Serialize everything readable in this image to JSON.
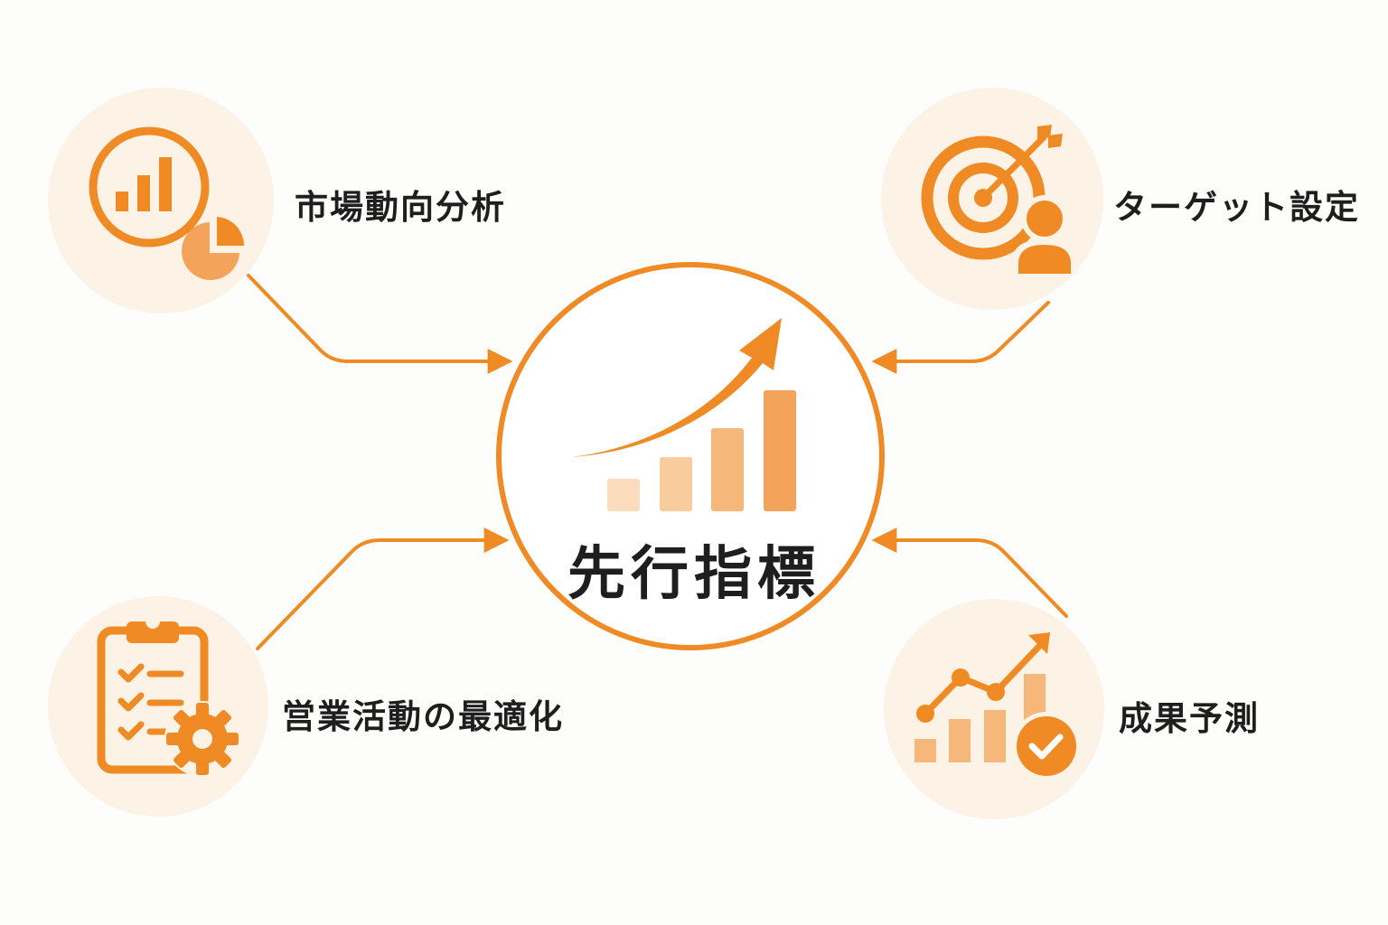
{
  "center": {
    "label": "先行指標",
    "icon": "growth-chart-icon"
  },
  "nodes": [
    {
      "id": "market",
      "label": "市場動向分析",
      "icon": "magnifier-bar-chart-icon"
    },
    {
      "id": "target",
      "label": "ターゲット設定",
      "icon": "target-person-icon"
    },
    {
      "id": "sales",
      "label": "営業活動の最適化",
      "icon": "clipboard-gear-icon"
    },
    {
      "id": "forecast",
      "label": "成果予測",
      "icon": "trend-chart-check-icon"
    }
  ],
  "colors": {
    "accent": "#f08a24",
    "accent_light": "#f5b77a",
    "circle_fill": "#fdf2e6",
    "text": "#1e1e1e"
  }
}
